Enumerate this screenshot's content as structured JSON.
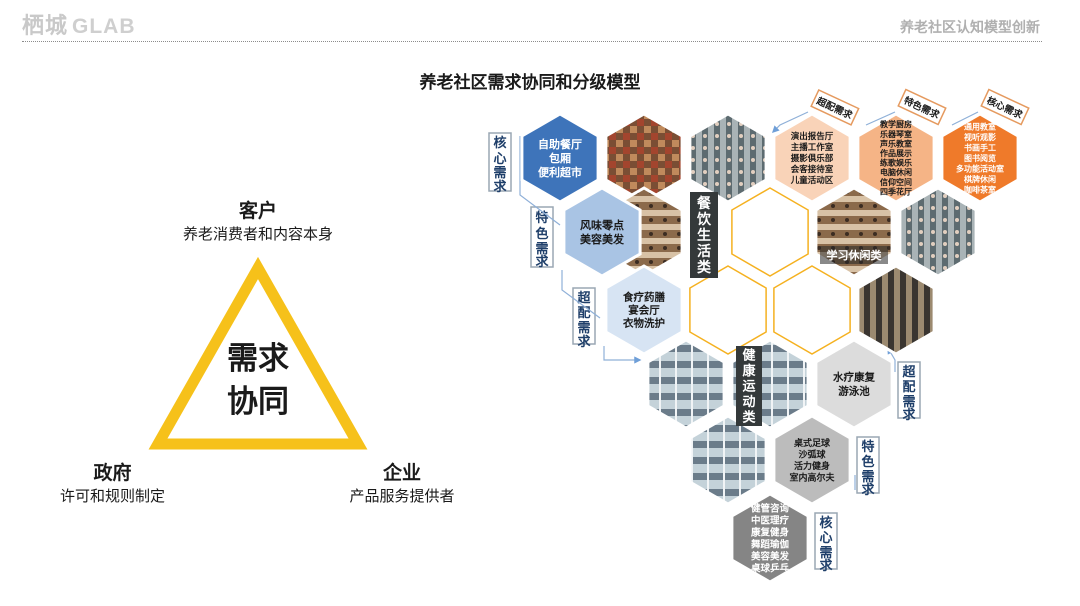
{
  "header": {
    "logo": "栖城",
    "logo_sub": "GLAB",
    "right_title": "养老社区认知模型创新"
  },
  "main_title": "养老社区需求协同和分级模型",
  "triangle": {
    "center_line1": "需求",
    "center_line2": "协同",
    "top_title": "客户",
    "top_sub": "养老消费者和内容本身",
    "left_title": "政府",
    "left_sub": "许可和规则制定",
    "right_title": "企业",
    "right_sub": "产品服务提供者",
    "color": "#F6C11A"
  },
  "hexes": {
    "dining_core": [
      "自助餐厅",
      "包厢",
      "便利超市"
    ],
    "dining_special": [
      "风味零点",
      "美容美发"
    ],
    "dining_super": [
      "食疗药膳",
      "宴会厅",
      "衣物洗护"
    ],
    "dining_category": [
      "餐",
      "饮",
      "生",
      "活",
      "类"
    ],
    "study_super": [
      "演出报告厅",
      "主播工作室",
      "摄影俱乐部",
      "会客接待室",
      "儿童活动区"
    ],
    "study_special": [
      "教学厨房",
      "乐器琴室",
      "声乐教室",
      "作品展示",
      "练歌娱乐",
      "电脑休闲",
      "信仰空间",
      "四季花厅"
    ],
    "study_core": [
      "通用教室",
      "视听观影",
      "书画手工",
      "图书阅览",
      "多功能活动室",
      "棋牌休闲",
      "咖啡茶室"
    ],
    "study_category": "学习休闲类",
    "sport_super": [
      "水疗康复",
      "游泳池"
    ],
    "sport_special": [
      "桌式足球",
      "沙弧球",
      "活力健身",
      "室内高尔夫"
    ],
    "sport_core": [
      "健管咨询",
      "中医理疗",
      "康复健身",
      "舞蹈瑜伽",
      "美容美发",
      "桌球乒乓"
    ],
    "sport_category": [
      "健",
      "康",
      "运",
      "动",
      "类"
    ]
  },
  "tags": {
    "core": "核心需求",
    "special": "特色需求",
    "super": "超配需求"
  },
  "colors": {
    "blue_core": "#3E74BA",
    "blue_special": "#A9C4E4",
    "blue_super": "#D7E4F3",
    "orange_core": "#EF7A2A",
    "orange_special": "#F5B486",
    "orange_super": "#F9D3B8",
    "gray_core": "#858585",
    "gray_special": "#BCBCBC",
    "gray_super": "#DCDCDC",
    "outline": "#F5B120",
    "dark": "#34393A"
  }
}
